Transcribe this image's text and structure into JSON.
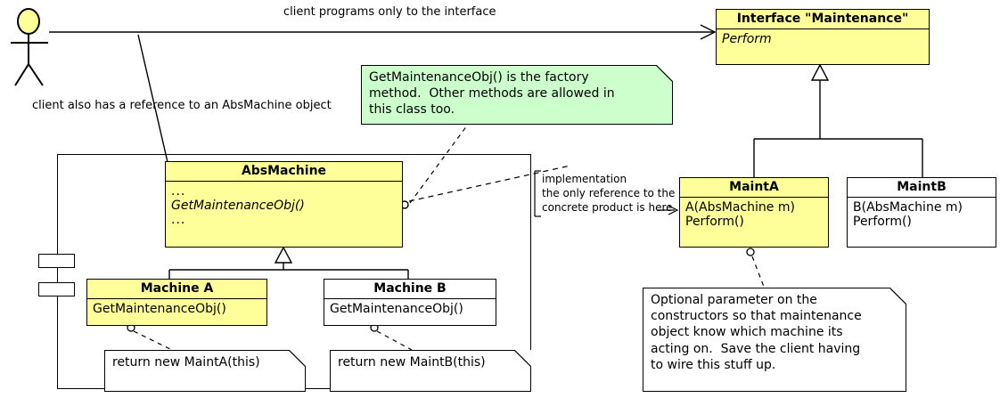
{
  "diagram": {
    "title": "Factory Method UML class diagram",
    "colors": {
      "class_fill_yellow": "#ffff99",
      "note_fill_green": "#ccffcc",
      "note_fill_white": "#ffffff",
      "line": "#000000",
      "actor_head_fill": "#ffff99"
    }
  },
  "actor": {
    "name": "client-actor"
  },
  "annotations": {
    "top_arrow_label": "client programs only to the interface",
    "actor_ref_label": "client also has a reference to an AbsMachine object",
    "implementation_label_line1": "implementation",
    "implementation_label_line2": "the only reference to the",
    "implementation_label_line3": "concrete product is here"
  },
  "classes": {
    "interface_maintenance": {
      "title": "Interface \"Maintenance\"",
      "members": [
        "Perform"
      ],
      "fill": "yellow",
      "title_fill": "yellow"
    },
    "abs_machine": {
      "title": "AbsMachine",
      "members": [
        "...",
        "GetMaintenanceObj()",
        "..."
      ],
      "fill": "yellow",
      "title_fill": "yellow"
    },
    "machine_a": {
      "title": "Machine A",
      "members": [
        "GetMaintenanceObj()"
      ],
      "fill": "yellow",
      "title_fill": "yellow"
    },
    "machine_b": {
      "title": "Machine B",
      "members": [
        "GetMaintenanceObj()"
      ],
      "fill": "white",
      "title_fill": "white"
    },
    "maint_a": {
      "title": "MaintA",
      "members": [
        "A(AbsMachine m)",
        "Perform()"
      ],
      "fill": "yellow",
      "title_fill": "yellow"
    },
    "maint_b": {
      "title": "MaintB",
      "members": [
        "B(AbsMachine m)",
        "Perform()"
      ],
      "fill": "white",
      "title_fill": "white"
    }
  },
  "notes": {
    "factory_method_note": {
      "text": "GetMaintenanceObj() is the factory\nmethod.  Other methods are allowed in\nthis class too.",
      "fill": "green"
    },
    "return_maint_a_note": {
      "text": "return new MaintA(this)",
      "fill": "white"
    },
    "return_maint_b_note": {
      "text": "return new MaintB(this)",
      "fill": "white"
    },
    "optional_parameter_note": {
      "text": "Optional parameter on the\nconstructors so that maintenance\nobject know which machine its\nacting on.  Save the client having\nto wire this stuff up.",
      "fill": "white"
    }
  }
}
